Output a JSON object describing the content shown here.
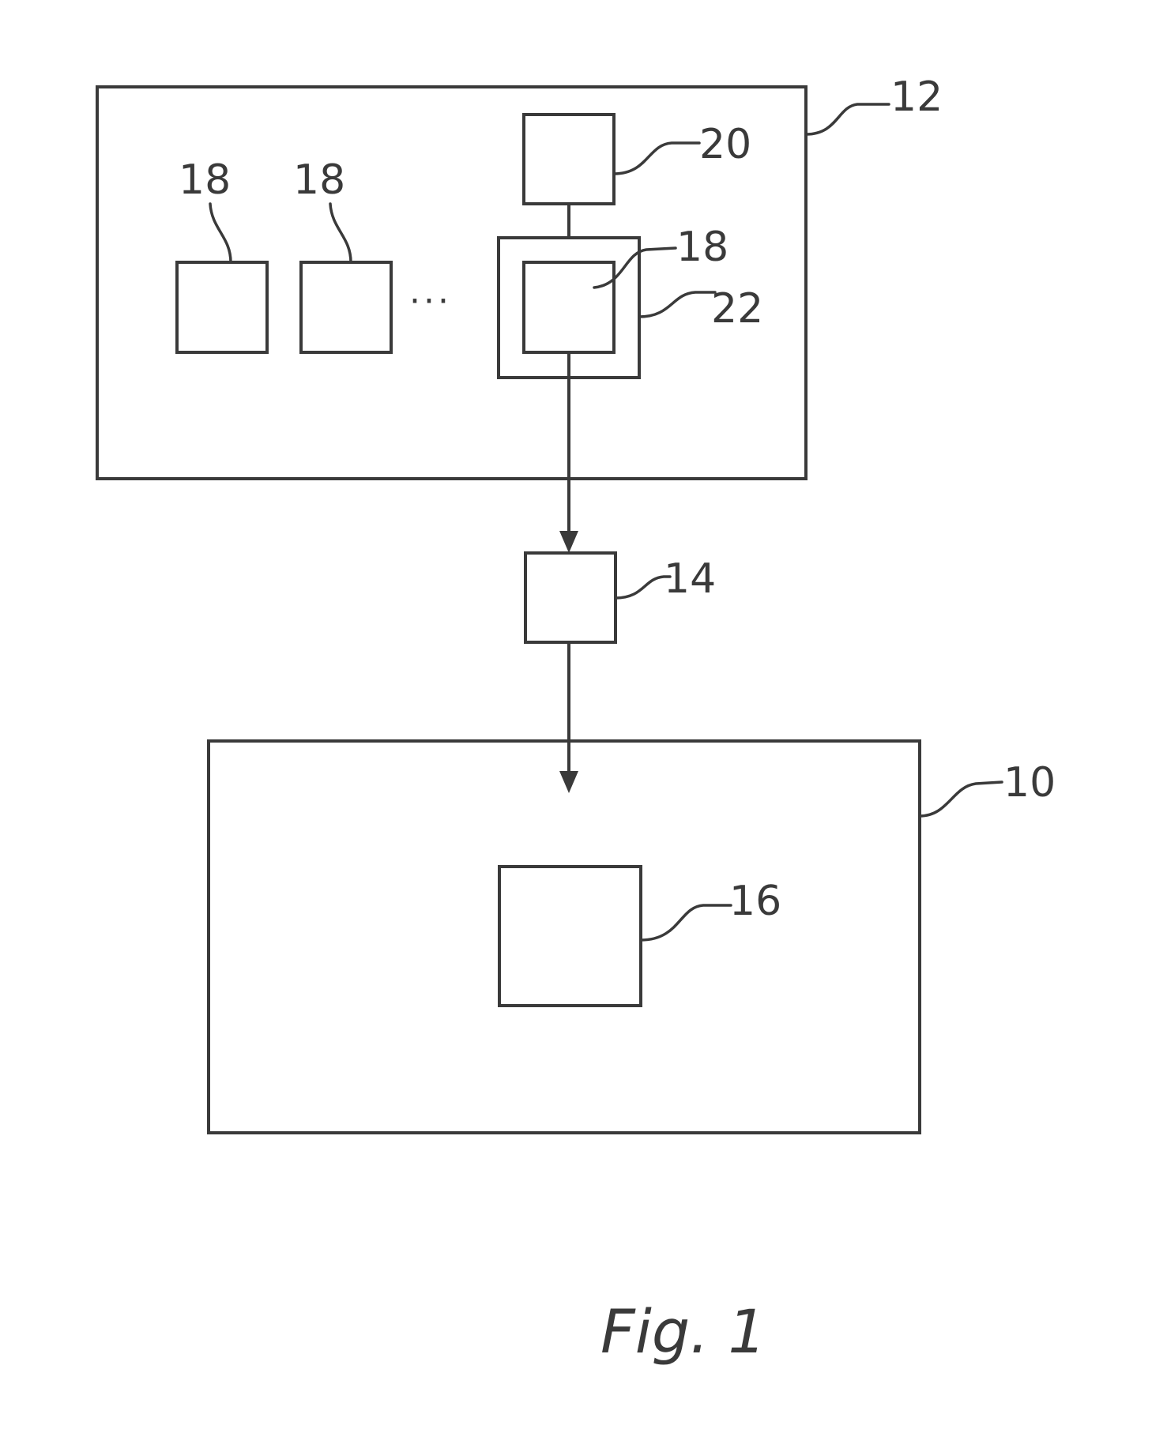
{
  "labels": {
    "device_12": "12",
    "unit_20": "20",
    "element_18_a": "18",
    "element_18_b": "18",
    "element_18_c": "18",
    "container_22": "22",
    "module_14": "14",
    "system_10": "10",
    "component_16": "16",
    "ellipsis": "···"
  },
  "caption": "Fig. 1"
}
